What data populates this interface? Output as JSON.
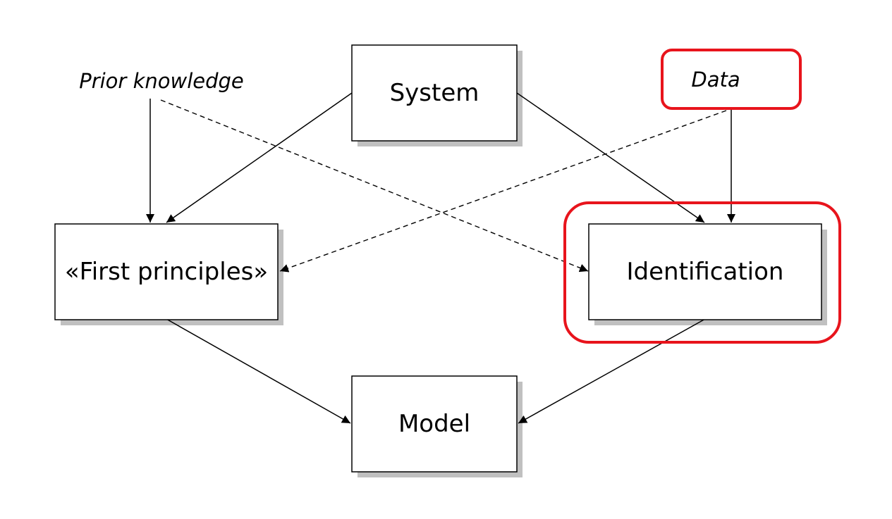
{
  "diagram": {
    "nodes": {
      "system": {
        "label": "System"
      },
      "first_principles": {
        "label": "«First principles»"
      },
      "identification": {
        "label": "Identification"
      },
      "model": {
        "label": "Model"
      },
      "prior_knowledge": {
        "label": "Prior knowledge"
      },
      "data": {
        "label": "Data"
      }
    },
    "colors": {
      "highlight": "#e8141c",
      "box_border": "#000000",
      "box_shadow": "#c0c0c0",
      "arrow": "#000000"
    },
    "highlighted_nodes": [
      "data",
      "identification"
    ],
    "edges": [
      {
        "from": "prior_knowledge",
        "to": "first_principles",
        "style": "solid"
      },
      {
        "from": "system",
        "to": "first_principles",
        "style": "solid"
      },
      {
        "from": "system",
        "to": "identification",
        "style": "solid"
      },
      {
        "from": "data",
        "to": "identification",
        "style": "solid"
      },
      {
        "from": "prior_knowledge",
        "to": "identification",
        "style": "dashed"
      },
      {
        "from": "data",
        "to": "first_principles",
        "style": "dashed"
      },
      {
        "from": "first_principles",
        "to": "model",
        "style": "solid"
      },
      {
        "from": "identification",
        "to": "model",
        "style": "solid"
      }
    ]
  }
}
